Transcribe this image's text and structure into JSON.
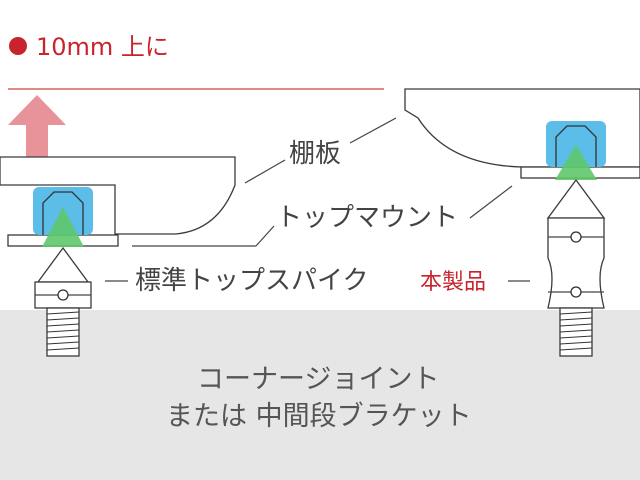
{
  "legend": {
    "text": "10mm 上に",
    "dot_color": "#c8242d"
  },
  "labels": {
    "shelf": "棚板",
    "top_mount": "トップマウント",
    "standard_spike": "標準トップスパイク",
    "product": "本製品"
  },
  "base": {
    "line1": "コーナージョイント",
    "line2": "または 中間段ブラケット",
    "color": "#e6e6e6"
  },
  "colors": {
    "arrow": "#e8939a",
    "mount_blue": "#5bbde8",
    "cone_green": "#5ec86a",
    "accent_red": "#c8242d"
  }
}
